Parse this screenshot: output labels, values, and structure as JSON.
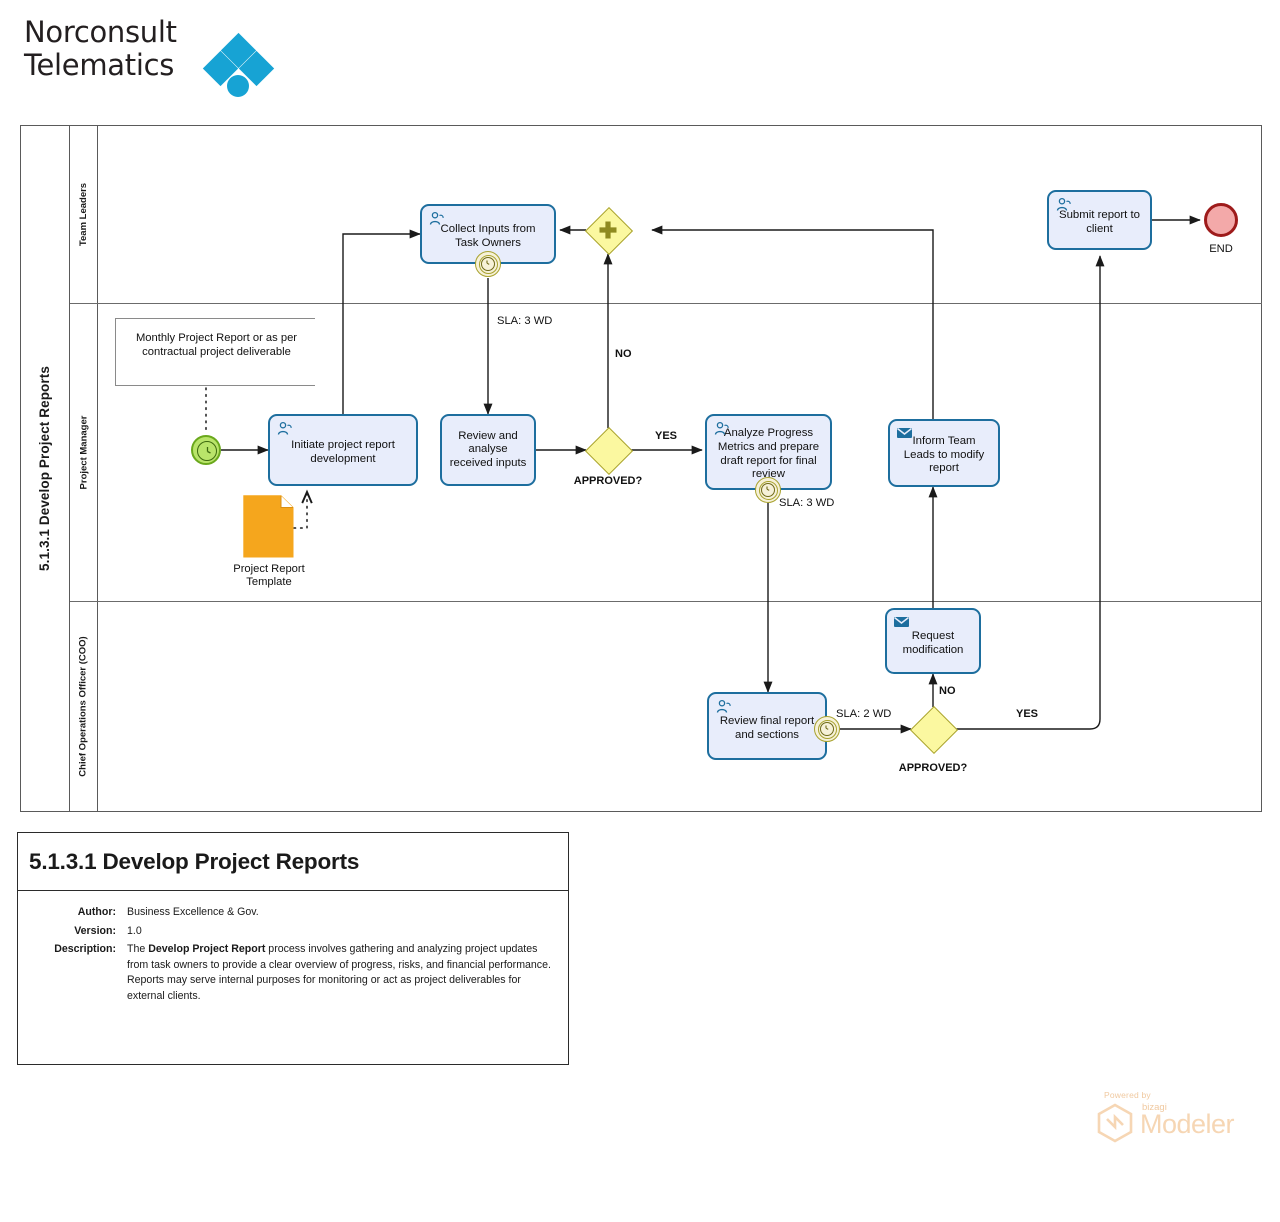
{
  "brand": {
    "line1": "Norconsult",
    "line2": "Telematics",
    "logo_color": "#17a3d4",
    "text_color": "#231f20"
  },
  "pool": {
    "title": "5.1.3.1 Develop Project Reports",
    "lanes": [
      {
        "id": "team-leaders",
        "label": "Team Leaders"
      },
      {
        "id": "project-manager",
        "label": "Project Manager"
      },
      {
        "id": "coo",
        "label": "Chief Operations Officer (COO)"
      }
    ]
  },
  "diagram": {
    "type": "bpmn",
    "colors": {
      "task_fill": "#e8edfb",
      "task_stroke": "#1d6e9e",
      "gateway_fill": "#fbf8a0",
      "gateway_stroke": "#a8a22e",
      "start_fill": "#b9e46a",
      "start_stroke": "#6aa81c",
      "end_fill": "#f3a9a9",
      "end_stroke": "#9e1b1b",
      "data_object_fill": "#f5a61d",
      "flow_stroke": "#1a1a1a"
    },
    "events": [
      {
        "id": "start",
        "kind": "timer-start-event",
        "lane": "project-manager",
        "label": ""
      },
      {
        "id": "end",
        "kind": "end-event",
        "lane": "team-leaders",
        "label": "END"
      }
    ],
    "tasks": [
      {
        "id": "collect-inputs",
        "label": "Collect Inputs from Task Owners",
        "icon": "user-task-icon",
        "lane": "team-leaders",
        "boundary": "timer"
      },
      {
        "id": "submit-report",
        "label": "Submit report to client",
        "icon": "user-task-icon",
        "lane": "team-leaders",
        "boundary": ""
      },
      {
        "id": "initiate-report",
        "label": "Initiate project report development",
        "icon": "user-task-icon",
        "lane": "project-manager",
        "boundary": ""
      },
      {
        "id": "review-analyse",
        "label": "Review and analyse received inputs",
        "icon": "",
        "lane": "project-manager",
        "boundary": ""
      },
      {
        "id": "analyze-progress",
        "label": "Analyze Progress Metrics and prepare draft report for final review",
        "icon": "user-task-icon",
        "lane": "project-manager",
        "boundary": "timer"
      },
      {
        "id": "inform-team-leads",
        "label": "Inform Team Leads to modify report",
        "icon": "send-task-icon",
        "lane": "project-manager",
        "boundary": ""
      },
      {
        "id": "request-modification",
        "label": "Request modification",
        "icon": "send-task-icon",
        "lane": "coo",
        "boundary": ""
      },
      {
        "id": "review-final",
        "label": "Review final report and sections",
        "icon": "user-task-icon",
        "lane": "coo",
        "boundary": "timer"
      }
    ],
    "gateways": [
      {
        "id": "merge",
        "kind": "parallel-gateway",
        "label": "",
        "lane": "team-leaders"
      },
      {
        "id": "approved-pm",
        "kind": "exclusive-gateway",
        "label": "APPROVED?",
        "lane": "project-manager"
      },
      {
        "id": "approved-coo",
        "kind": "exclusive-gateway",
        "label": "APPROVED?",
        "lane": "coo"
      }
    ],
    "artifacts": [
      {
        "id": "annotation",
        "kind": "text-annotation",
        "label": "Monthly Project Report or as per contractual project deliverable"
      },
      {
        "id": "project-report-template",
        "kind": "data-object",
        "label": "Project Report Template"
      }
    ],
    "flow_labels": [
      {
        "id": "sla-collect",
        "text": "SLA: 3 WD"
      },
      {
        "id": "no-pm",
        "text": "NO"
      },
      {
        "id": "yes-pm",
        "text": "YES"
      },
      {
        "id": "sla-analyze",
        "text": "SLA: 3 WD"
      },
      {
        "id": "sla-review-final",
        "text": "SLA: 2 WD"
      },
      {
        "id": "no-coo",
        "text": "NO"
      },
      {
        "id": "yes-coo",
        "text": "YES"
      }
    ]
  },
  "info": {
    "title": "5.1.3.1 Develop Project Reports",
    "author_key": "Author:",
    "author_value": "Business Excellence & Gov.",
    "version_key": "Version:",
    "version_value": "1.0",
    "description_key": "Description:",
    "description_lead": "The ",
    "description_bold": "Develop Project Report",
    "description_rest": " process involves gathering and analyzing project updates from task owners to provide a clear overview of progress, risks, and financial performance. Reports may serve internal purposes for monitoring or act as project deliverables for external clients."
  },
  "footer": {
    "powered_by": "Powered by",
    "brand": "bizagi",
    "product": "Modeler",
    "color": "#f6d6b4"
  }
}
